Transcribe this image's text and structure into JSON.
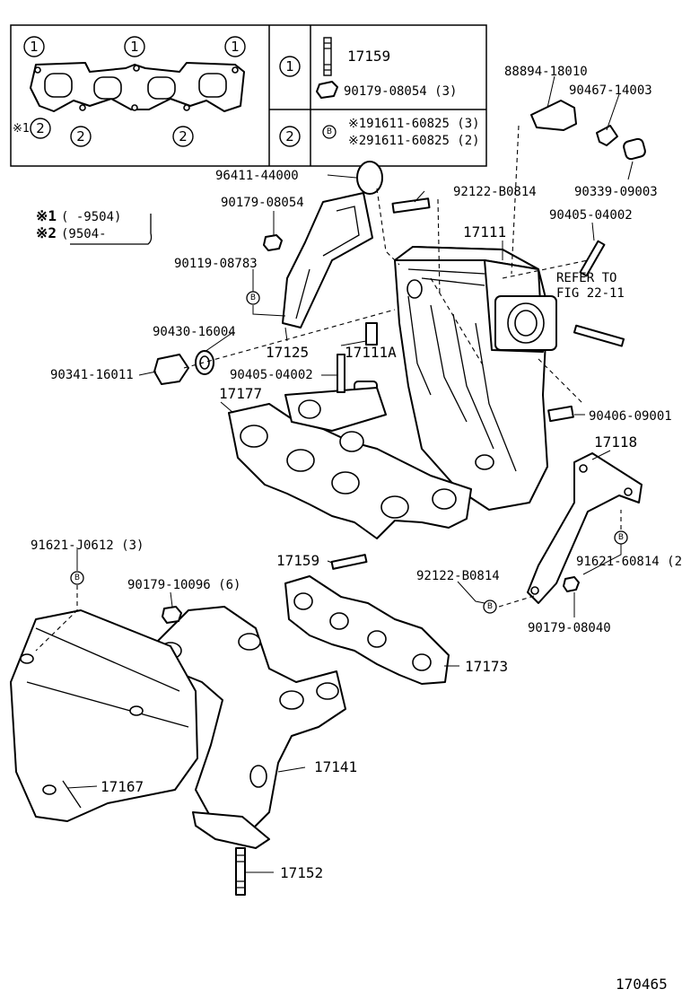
{
  "legend_box": {
    "gasket_callouts": [
      "1",
      "1",
      "1",
      "2",
      "2"
    ],
    "gasket_note_mark": "※1",
    "row1": {
      "key": "1",
      "part": "17159",
      "part_b": "90179-08054 (3)"
    },
    "row2": {
      "key": "2",
      "bolt_mark": "B",
      "line_a": "※191611-60825 (3)",
      "line_b": "※291611-60825 (2)"
    }
  },
  "date_notes": {
    "line1_mark": "※1",
    "line1_text": "(  -9504)",
    "line2_mark": "※2",
    "line2_text": "(9504-"
  },
  "part_labels": {
    "p88894_18010": "88894-18010",
    "p90467_14003": "90467-14003",
    "p90339_09003": "90339-09003",
    "p96411_44000": "96411-44000",
    "p92122_B0814_top": "92122-B0814",
    "p90179_08054": "90179-08054",
    "p17111": "17111",
    "p90405_04002_top": "90405-04002",
    "refer_line1": "REFER TO",
    "refer_line2": "FIG 22-11",
    "p90119_08783": "90119-08783",
    "p90430_16004": "90430-16004",
    "p17125": "17125",
    "p17111A": "17111A",
    "p90341_16011": "90341-16011",
    "p90405_04002_mid": "90405-04002",
    "p17177": "17177",
    "p90406_09001": "90406-09001",
    "p17118": "17118",
    "p91621_J0612": "91621-J0612 (3)",
    "p17159_low": "17159",
    "p92122_B0814_low": "92122-B0814",
    "p91621_60814": "91621-60814 (2",
    "p90179_10096": "90179-10096 (6)",
    "p90179_08040": "90179-08040",
    "p17173": "17173",
    "p17141": "17141",
    "p17167": "17167",
    "p17152": "17152"
  },
  "bolt_mark": "B",
  "figure_number": "170465"
}
